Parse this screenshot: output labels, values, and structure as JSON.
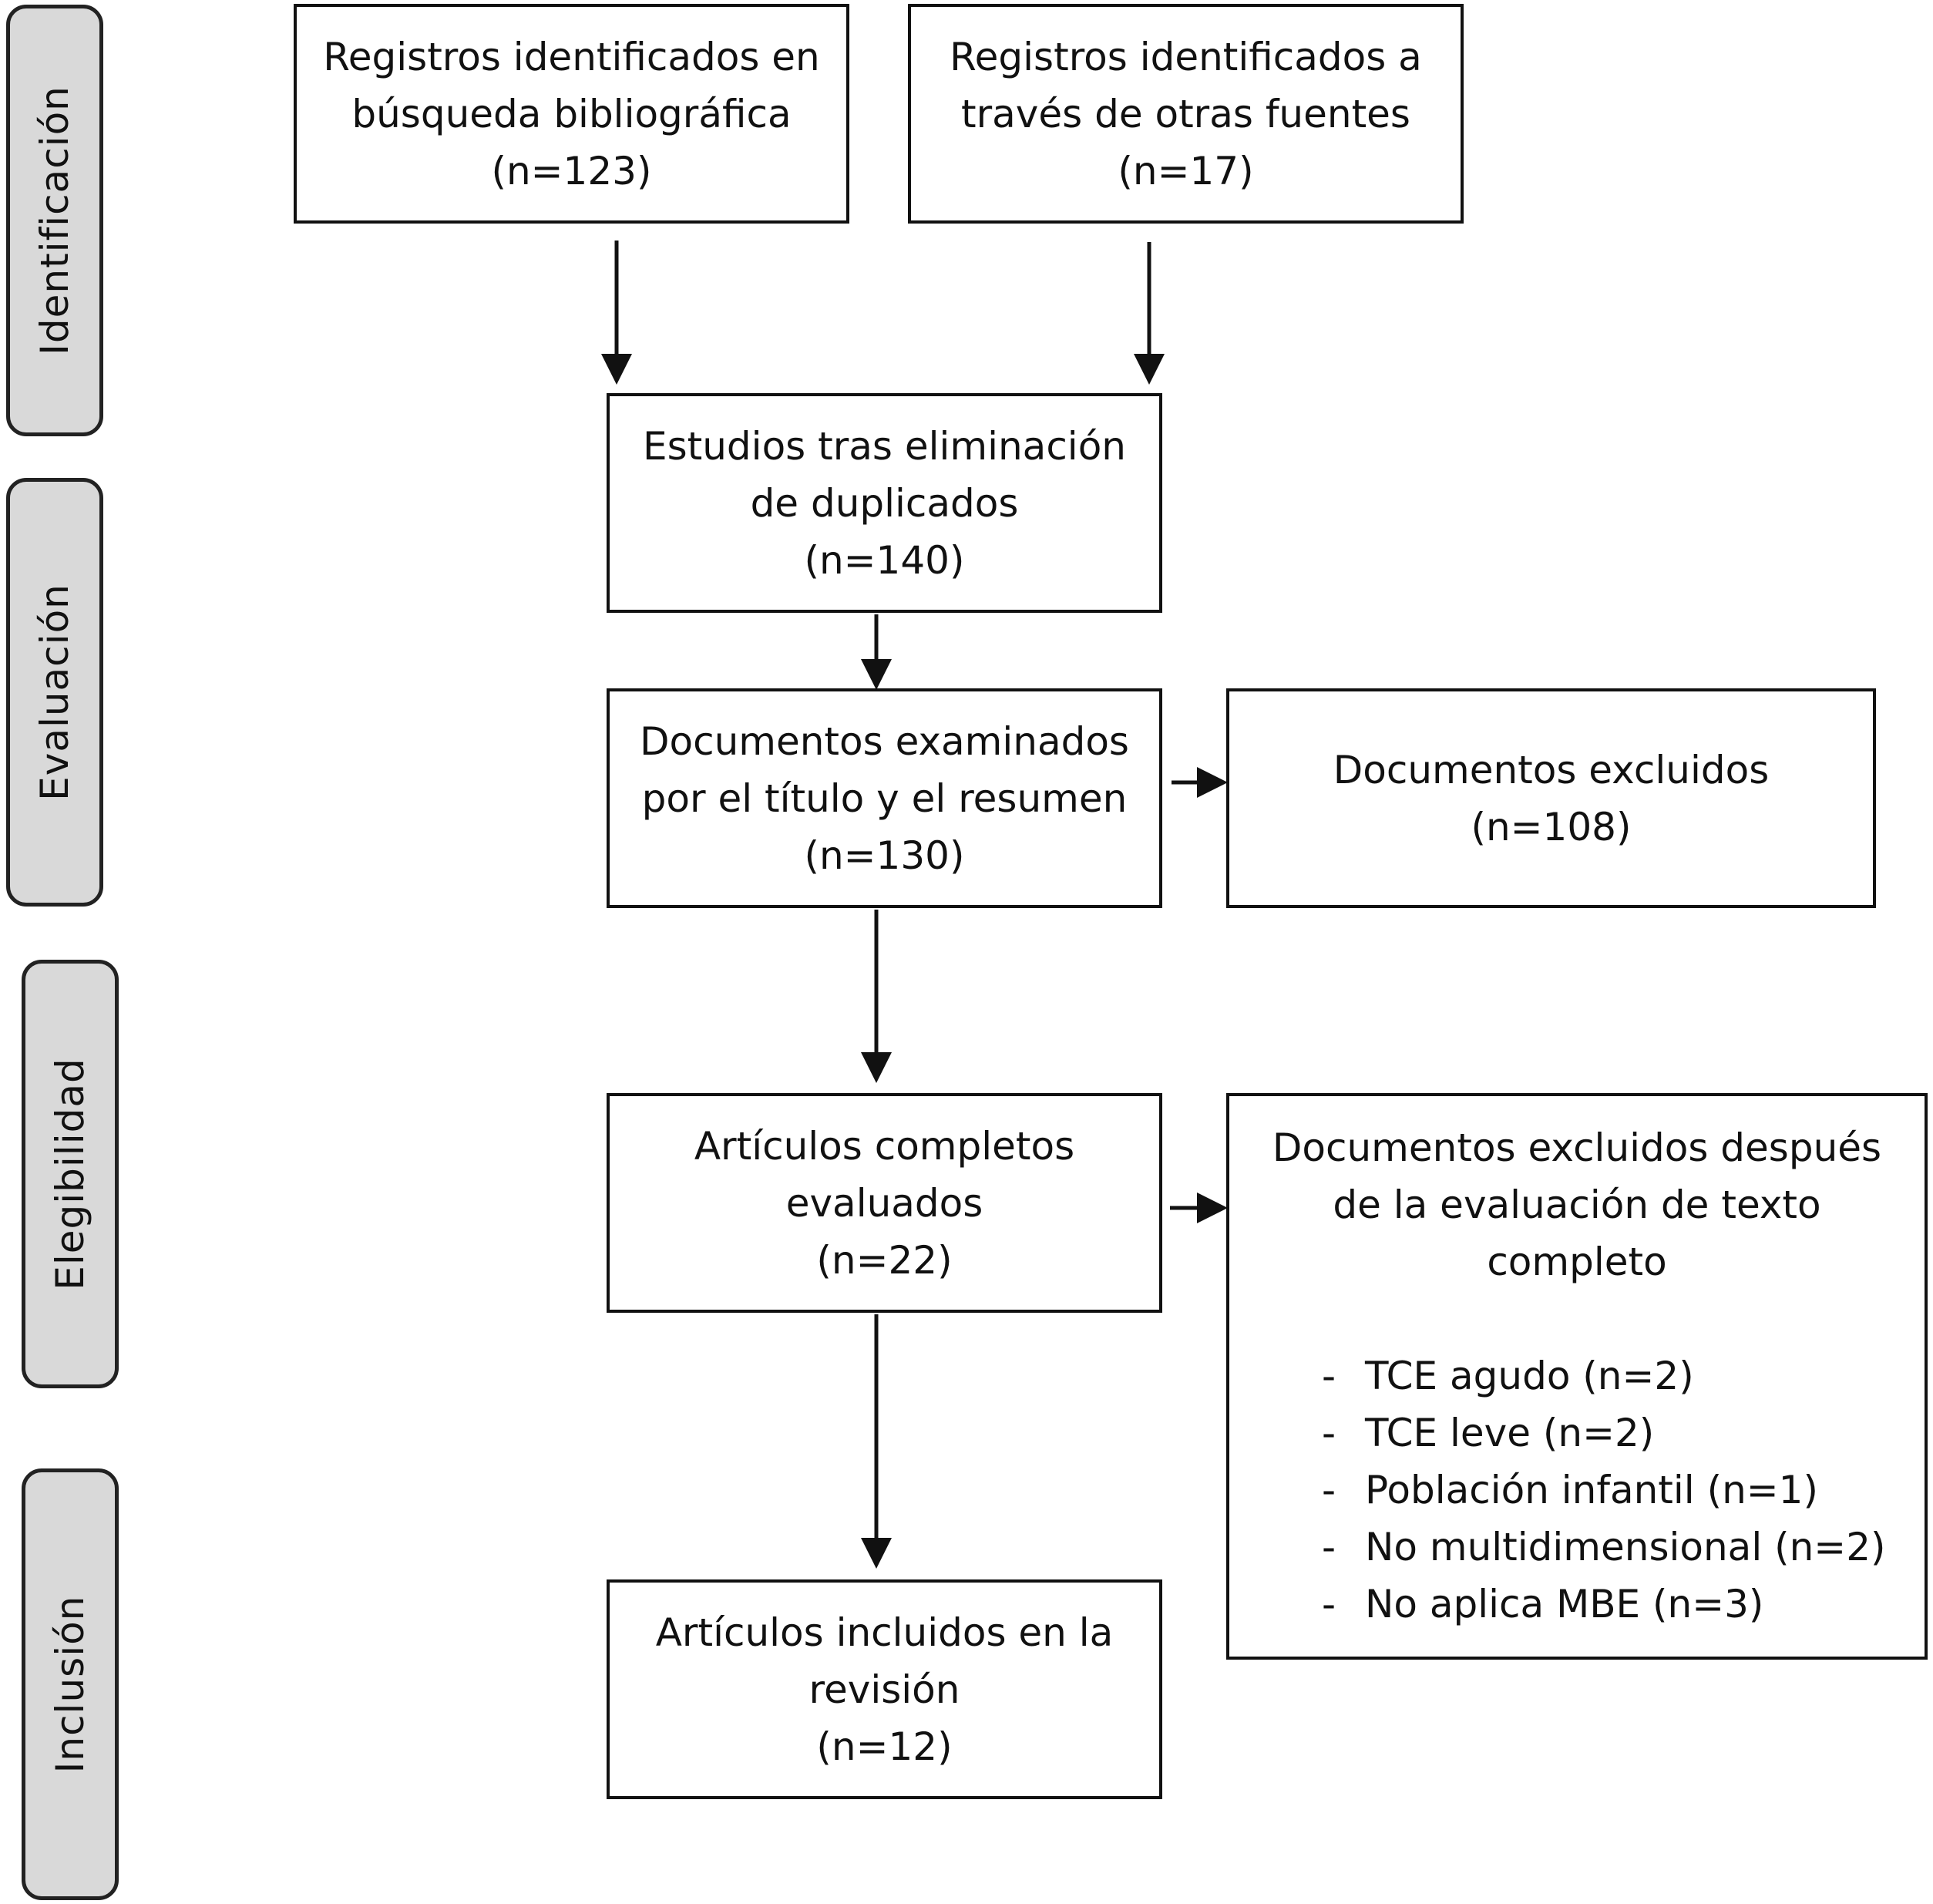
{
  "phases": {
    "identificacion": "Identificación",
    "evaluacion": "Evaluación",
    "elegibilidad": "Elegibilidad",
    "inclusion": "Inclusión"
  },
  "boxes": {
    "registros_busqueda": {
      "line1": "Registros identificados en",
      "line2": "búsqueda bibliográfica",
      "count": "(n=123)"
    },
    "registros_otras": {
      "line1": "Registros identificados a",
      "line2": "través de otras fuentes",
      "count": "(n=17)"
    },
    "estudios": {
      "line1": "Estudios tras eliminación",
      "line2": "de duplicados",
      "count": "(n=140)"
    },
    "documentos_examinados": {
      "line1": "Documentos examinados",
      "line2": "por el título y el resumen",
      "count": "(n=130)"
    },
    "documentos_excluidos": {
      "line1": "Documentos excluidos",
      "count": "(n=108)"
    },
    "articulos_evaluados": {
      "line1": "Artículos completos",
      "line2": "evaluados",
      "count": "(n=22)"
    },
    "documentos_excluidos_texto": {
      "line1": "Documentos excluidos después",
      "line2": "de la evaluación de texto",
      "line3": "completo",
      "reasons": [
        "TCE agudo (n=2)",
        "TCE leve (n=2)",
        "Población infantil (n=1)",
        "No multidimensional (n=2)",
        "No aplica MBE (n=3)"
      ]
    },
    "articulos_incluidos": {
      "line1": "Artículos incluidos en la",
      "line2": "revisión",
      "count": "(n=12)"
    }
  },
  "reason_bullet": "-"
}
